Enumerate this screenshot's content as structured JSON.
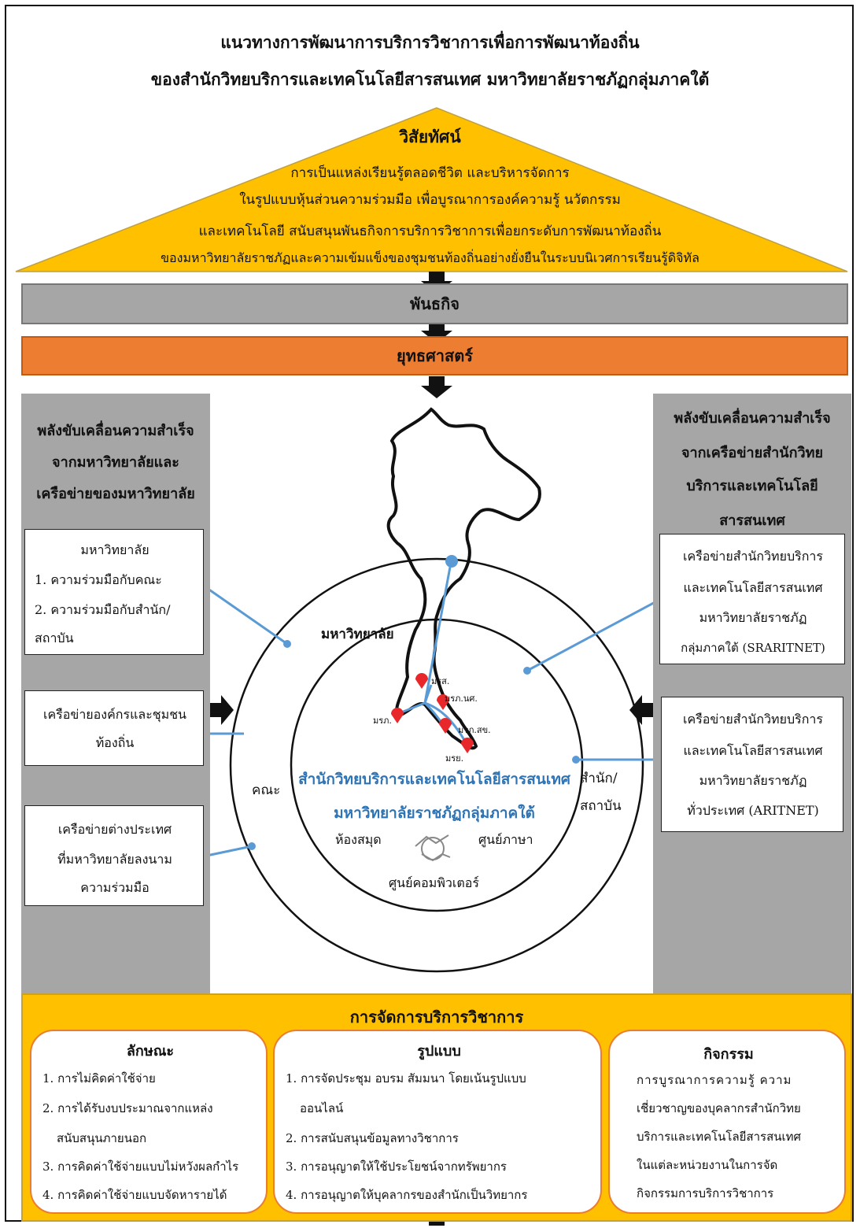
{
  "title": {
    "line1": "แนวทางการพัฒนาการบริการวิชาการเพื่อการพัฒนาท้องถิ่น",
    "line2": "ของสำนักวิทยบริการและเทคโนโลยีสารสนเทศ มหาวิทยาลัยราชภัฏกลุ่มภาคใต้"
  },
  "vision": {
    "heading": "วิสัยทัศน์",
    "lines": [
      "การเป็นแหล่งเรียนรู้ตลอดชีวิต และบริหารจัดการ",
      "ในรูปแบบหุ้นส่วนความร่วมมือ เพื่อบูรณาการองค์ความรู้ นวัตกรรม",
      "และเทคโนโลยี สนับสนุนพันธกิจการบริการวิชาการเพื่อยกระดับการพัฒนาท้องถิ่น",
      "ของมหาวิทยาลัยราชภัฏและความเข้มแข็งของชุมชนท้องถิ่นอย่างยั่งยืนในระบบนิเวศการเรียนรู้ดิจิทัล"
    ]
  },
  "mission": "พันธกิจ",
  "strategy": "ยุทธศาสตร์",
  "left_panel": {
    "heading": [
      "พลังขับเคลื่อนความสำเร็จ",
      "จากมหาวิทยาลัยและ",
      "เครือข่ายของมหาวิทยาลัย"
    ],
    "university": {
      "title": "มหาวิทยาลัย",
      "items": [
        "1. ความร่วมมือกับคณะ",
        "2. ความร่วมมือกับสำนัก/",
        "สถาบัน"
      ]
    },
    "community": [
      "เครือข่ายองค์กรและชุมชน",
      "ท้องถิ่น"
    ],
    "foreign": [
      "เครือข่ายต่างประเทศ",
      "ที่มหาวิทยาลัยลงนาม",
      "ความร่วมมือ"
    ]
  },
  "right_panel": {
    "heading": [
      "พลังขับเคลื่อนความสำเร็จ",
      "จากเครือข่ายสำนักวิทย",
      "บริการและเทคโนโลยี",
      "สารสนเทศ"
    ],
    "sraritnet": [
      "เครือข่ายสำนักวิทยบริการ",
      "และเทคโนโลยีสารสนเทศ",
      "มหาวิทยาลัยราชภัฏ",
      "กลุ่มภาคใต้ (SRARITNET)"
    ],
    "aritnet": [
      "เครือข่ายสำนักวิทยบริการ",
      "และเทคโนโลยีสารสนเทศ",
      "มหาวิทยาลัยราชภัฏ",
      "ทั่วประเทศ (ARITNET)"
    ]
  },
  "center": {
    "outer_label": "มหาวิทยาลัย",
    "faculty": "คณะ",
    "institute": [
      "สำนัก/",
      "สถาบัน"
    ],
    "office_line1": "สำนักวิทยบริการและเทคโนโลยีสารสนเทศ",
    "office_line2": "มหาวิทยาลัยราชภัฏกลุ่มภาคใต้",
    "library": "ห้องสมุด",
    "language_center": "ศูนย์ภาษา",
    "computer_center": "ศูนย์คอมพิวเตอร์",
    "campuses": [
      "มรส.",
      "มรภ.นศ.",
      "มรภ.",
      "มรภ.สข.",
      "มรย."
    ],
    "accent_color": "#2e74b5",
    "marker_color": "#e8272a",
    "line_color": "#5b9bd5"
  },
  "management": {
    "heading": "การจัดการบริการวิชาการ",
    "characteristics": {
      "title": "ลักษณะ",
      "items": [
        "1. การไม่คิดค่าใช้จ่าย",
        "2. การได้รับงบประมาณจากแหล่ง",
        "สนับสนุนภายนอก",
        "3. การคิดค่าใช้จ่ายแบบไม่หวังผลกำไร",
        "4. การคิดค่าใช้จ่ายแบบจัดหารายได้"
      ]
    },
    "formats": {
      "title": "รูปแบบ",
      "items": [
        "1. การจัดประชุม อบรม สัมมนา โดยเน้นรูปแบบ",
        "ออนไลน์",
        "2. การสนับสนุนข้อมูลทางวิชาการ",
        "3. การอนุญาตให้ใช้ประโยชน์จากทรัพยากร",
        "4. การอนุญาตให้บุคลากรของสำนักเป็นวิทยากร"
      ]
    },
    "activities": {
      "title": "กิจกรรม",
      "items": [
        "การบูรณาการความรู้ ความ",
        "เชี่ยวชาญของบุคลากรสำนักวิทย",
        "บริการและเทคโนโลยีสารสนเทศ",
        "ในแต่ละหน่วยงานในการจัด",
        "กิจกรรมการบริการวิชาการ"
      ]
    }
  },
  "colors": {
    "vision_fill": "#ffc000",
    "mission_fill": "#a6a6a6",
    "strategy_fill": "#ed7d31",
    "panel_fill": "#a6a6a6",
    "management_fill": "#ffc000",
    "card_border": "#ea7d2f"
  }
}
